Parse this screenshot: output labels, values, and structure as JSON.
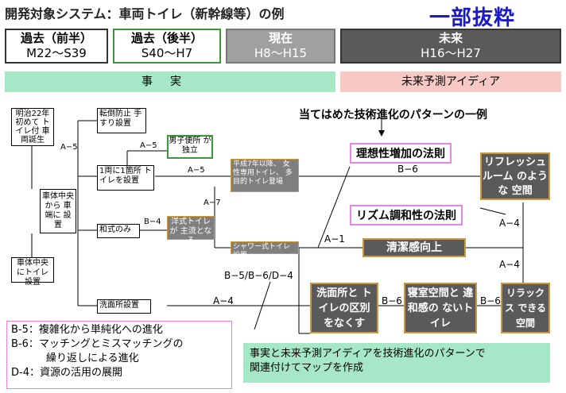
{
  "title": "開発対象システム：車両トイレ（新幹線等）の例",
  "excerpt_label": "一部抜粋",
  "eras": [
    {
      "line1": "過去（前半）",
      "line2": "M22～S39"
    },
    {
      "line1": "過去（後半）",
      "line2": "S40～H7"
    },
    {
      "line1": "現在",
      "line2": "H8～H15"
    },
    {
      "line1": "未来",
      "line2": "H16～H27"
    }
  ],
  "bands": {
    "fact": "事実",
    "future": "未来予測アイディア"
  },
  "nodes": {
    "meiji": "明治22年 初めて トイレ付 車両誕生",
    "shatai_hashi": "車体中央 から 車端に 設置",
    "shatai_chuou": "車体中央 にトイレ設置",
    "tentou": "転倒防止 手すり設置",
    "ichiryou": "1両に1箇所 トイレを設置",
    "washiki": "和式のみ",
    "senmen": "洗面所設置",
    "danshi": "男子便所 が独立",
    "heisei": "平成7年以降、 女性専用トイレ、 多目的トイレ登場",
    "youshiki": "洋式トイレが 主流となる",
    "shower": "シャワー式トイレ設置",
    "refresh": "リフレッシュルーム のような 空間",
    "seiketsu": "清潔感向上",
    "senmen_kubetsu": "洗面所と トイレの区別 をなくす",
    "shinshitsu": "寝室空間と 違和感の ないトイレ",
    "relax": "リラックス できる 空間"
  },
  "laws": {
    "header": "当てはめた技術進化のパターンの一例",
    "arrow": "↓",
    "risou": "理想性増加の法則",
    "rhythm": "リズム調和性の法則"
  },
  "edge_labels": {
    "a5_top": "A−5",
    "a5_mid": "A−5",
    "a5_right": "A−5",
    "a7": "A−7",
    "b4": "B−4",
    "a4_bottom": "A−4",
    "a1": "A−1",
    "b6_top": "B−6",
    "a4_r1": "A−4",
    "a4_r2": "A−4",
    "b5b6d4": "B−5/B−6/D−4",
    "b6_mid": "B−6",
    "b6_right": "B−6"
  },
  "legend": [
    "B-5：複雑化から単純化への進化",
    "B-6：マッチングとミスマッチングの",
    "繰り返しによる進化",
    "D-4：資源の活用の展開"
  ],
  "summary": [
    "事実と未来予測アイディアを技術進化のパターンで",
    "関連付けてマップを作成"
  ]
}
